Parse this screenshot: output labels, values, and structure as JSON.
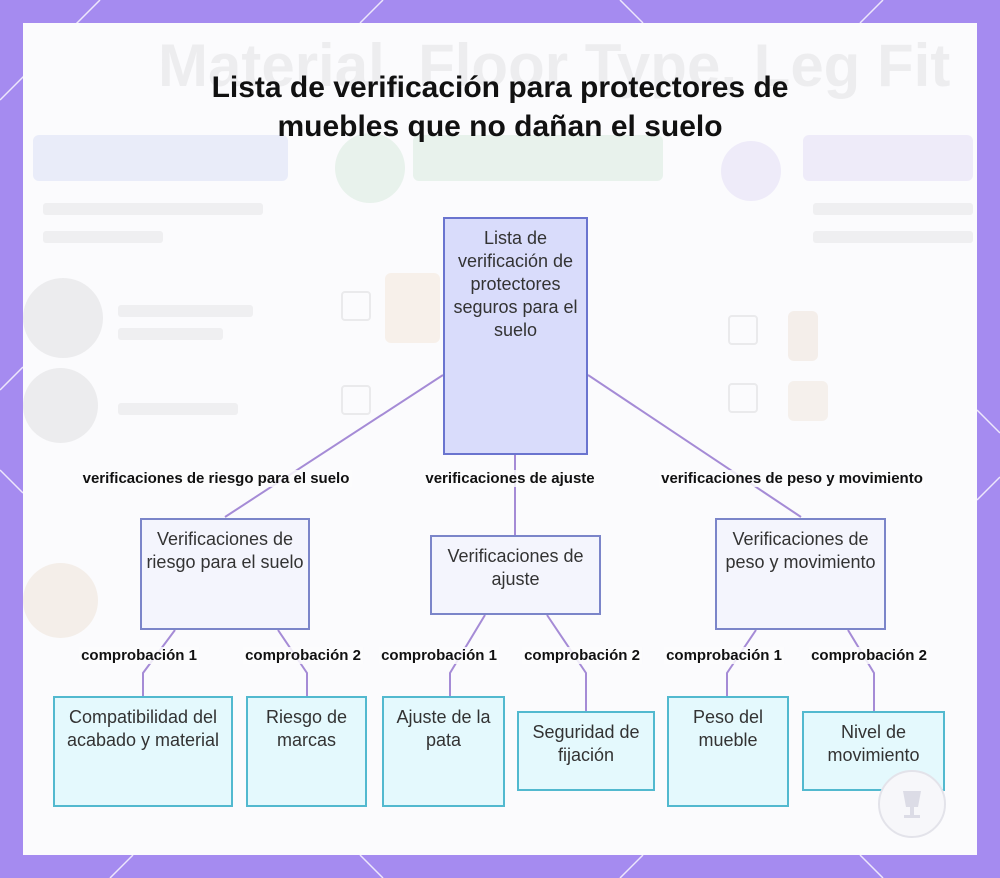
{
  "title": "Lista de verificación para protectores de muebles que no dañan el suelo",
  "ghost_title": "Material, Floor Type, Leg Fit",
  "colors": {
    "frame": "#a58bf0",
    "connector": "#a58bd6",
    "root_fill": "#d9dcfb",
    "mid_fill": "#f4f5fd",
    "leaf_fill": "#e4f9fd"
  },
  "diagram": {
    "root": {
      "label": "Lista de verificación de protectores seguros para el suelo"
    },
    "branches": [
      {
        "edge_label": "verificaciones de riesgo para el suelo",
        "label": "Verificaciones de riesgo para el suelo",
        "children": [
          {
            "edge_label": "comprobación 1",
            "label": "Compatibilidad del acabado y material"
          },
          {
            "edge_label": "comprobación 2",
            "label": "Riesgo de marcas"
          }
        ]
      },
      {
        "edge_label": "verificaciones de ajuste",
        "label": "Verificaciones de ajuste",
        "children": [
          {
            "edge_label": "comprobación 1",
            "label": "Ajuste de la pata"
          },
          {
            "edge_label": "comprobación 2",
            "label": "Seguridad de fijación"
          }
        ]
      },
      {
        "edge_label": "verificaciones de peso y movimiento",
        "label": "Verificaciones de peso y movimiento",
        "children": [
          {
            "edge_label": "comprobación 1",
            "label": "Peso del mueble"
          },
          {
            "edge_label": "comprobación 2",
            "label": "Nivel de movimiento"
          }
        ]
      }
    ]
  },
  "logo_icon": "cup-logo-icon"
}
